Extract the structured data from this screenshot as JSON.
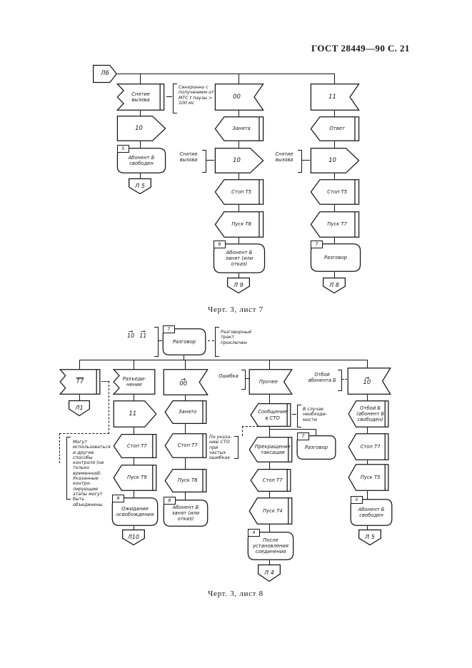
{
  "header": {
    "doc_ref": "ГОСТ 28449—90  С. 21"
  },
  "sheet7": {
    "caption": "Черт. 3, лист 7",
    "entry_connector": "Л6",
    "col_a": {
      "event": "Снятие вызова",
      "comment": "Синхронно с полу­чением от МТС t паузы > 100 мс",
      "state": "10",
      "terminator_tag": "5",
      "terminator": "Абонент Б свободен",
      "exit_connector": "Л 5"
    },
    "col_b": {
      "event": "00",
      "signal": "Занята",
      "bracket_label": "Снятие вызова",
      "state": "10",
      "timer_stop": "Стоп Т5",
      "timer_start": "Пуск Т8",
      "terminator_tag": "8",
      "terminator": "Абонент Б занят (или отказ)",
      "exit_connector": "Л 9"
    },
    "col_c": {
      "event": "11",
      "signal": "Ответ",
      "bracket_label": "Снятие вызова",
      "state": "10",
      "timer_stop": "Стоп Т5",
      "timer_start": "Пуск Т7",
      "terminator_tag": "7",
      "terminator": "Разговор",
      "exit_connector": "Л 8"
    }
  },
  "sheet8": {
    "caption": "Черт. 3, лист 8",
    "head": {
      "ref_mark": "→",
      "ref_1": "10",
      "ref_2": "11",
      "terminator_tag": "7",
      "terminator": "Разговор",
      "comment": "Разговорный тракт проключен"
    },
    "col_1": {
      "event": "Т7",
      "exit_connector": "Л1",
      "note": "Могут использо­ваться и другие способы контро­ля (не только временной). Ука­занные контро­лирующие этапы могут быть объединены"
    },
    "col_2": {
      "event": "Разъеди­нение",
      "state": "11",
      "timer_stop": "Стоп Т7",
      "timer_start": "Пуск Т9",
      "terminator_tag": "9",
      "terminator": "Ожидание освобождения",
      "exit_connector": "Л10"
    },
    "col_3": {
      "bracket_label": "Ошибка",
      "event_mark": "→",
      "event": "00",
      "signal": "Занято",
      "timer_stop": "Стоп Т7",
      "comment": "По указа­нию СТО при частых ошибках",
      "timer_start": "Пуск Т8",
      "terminator_tag": "8",
      "terminator": "Абонент Б занят (или отказ)"
    },
    "col_4": {
      "event": "Прочее",
      "signal": "Сообщение в СТО",
      "comment": "В случае необходи­мости",
      "action": "Прекращение таксации",
      "talk_tag": "7",
      "talk": "Разговор",
      "timer_stop": "Стоп Т7",
      "timer_start": "Пуск Т4",
      "terminator_tag": "4",
      "terminator": "После установления соединения",
      "exit_connector": "Л 4"
    },
    "col_5": {
      "bracket_label": "Отбой абонента Б",
      "event_mark": "→",
      "event": "10",
      "signal": "Отбой Б (абонент Б свободен)",
      "timer_stop": "Стоп Т7",
      "timer_start": "Пуск Т5",
      "terminator_tag": "5",
      "terminator": "Абонент Б свободен",
      "exit_connector": "Л 5"
    }
  }
}
